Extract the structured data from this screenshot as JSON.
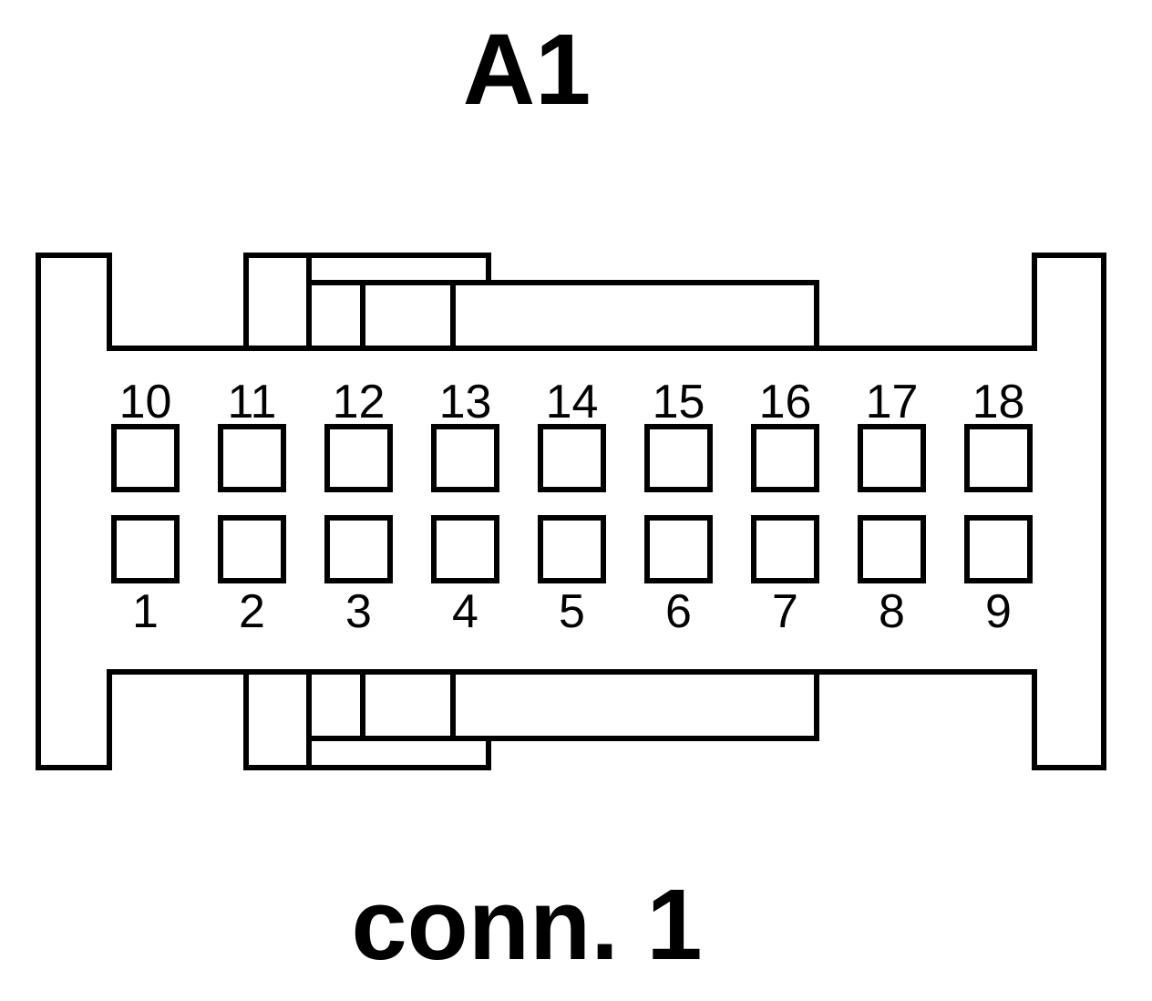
{
  "connector": {
    "title": "A1",
    "caption": "conn. 1",
    "top_row_pins": [
      "10",
      "11",
      "12",
      "13",
      "14",
      "15",
      "16",
      "17",
      "18"
    ],
    "bottom_row_pins": [
      "1",
      "2",
      "3",
      "4",
      "5",
      "6",
      "7",
      "8",
      "9"
    ]
  },
  "colors": {
    "line": "#000000",
    "background": "#ffffff"
  }
}
